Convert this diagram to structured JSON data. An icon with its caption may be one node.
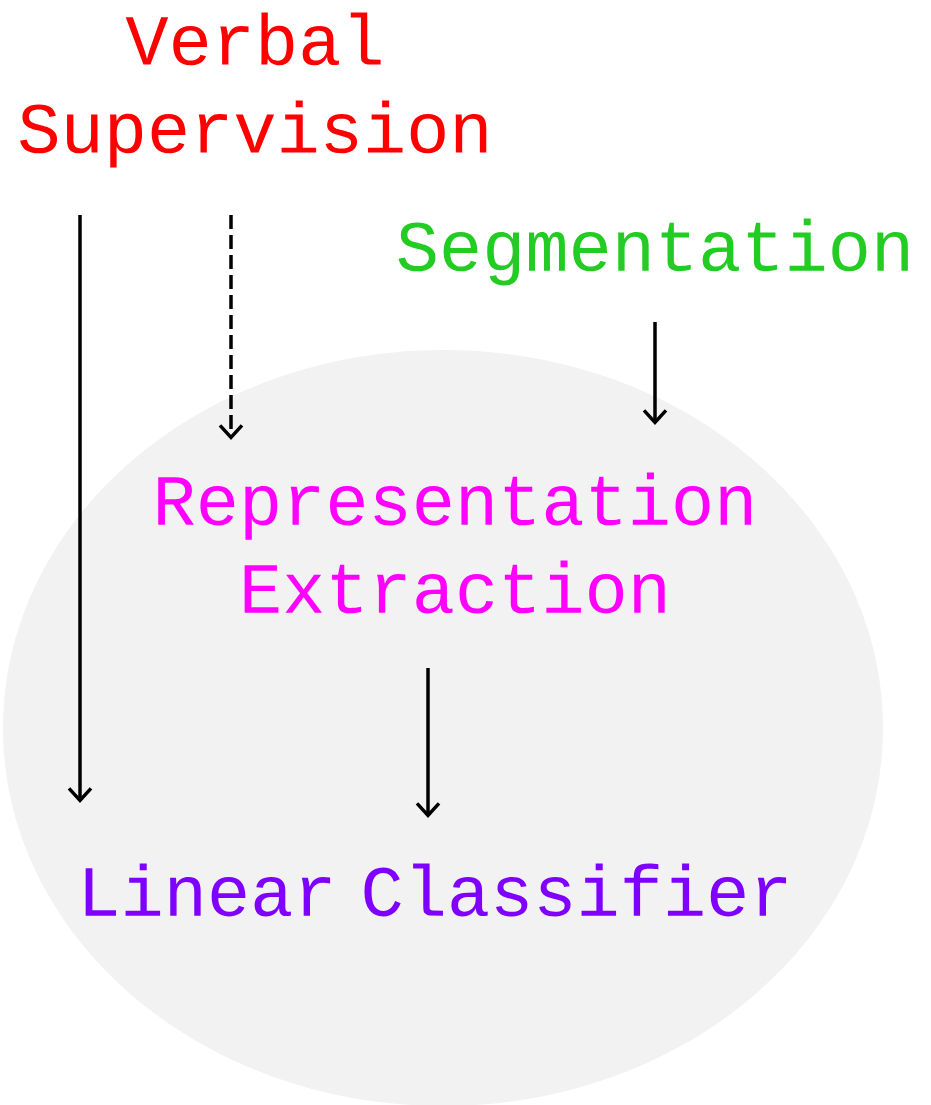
{
  "diagram": {
    "nodes": [
      {
        "text": [
          "Verbal Supervision"
        ]
      },
      {
        "text": [
          "Segmentation"
        ]
      },
      {
        "text": [],
        "shape": "ellipse"
      },
      {
        "text": [
          "Representation Extraction"
        ],
        "in": 2
      },
      {
        "text": [
          "Linear Classifier"
        ],
        "in": 2
      }
    ],
    "edges": [
      {
        "from": 0,
        "to": 4,
        "arrow": "to"
      },
      {
        "from": 0,
        "to": 3,
        "arrow": "to",
        "style": "dashed"
      },
      {
        "from": 1,
        "to": 3,
        "arrow": "to"
      },
      {
        "from": 3,
        "to": 4,
        "arrow": "to"
      }
    ]
  }
}
